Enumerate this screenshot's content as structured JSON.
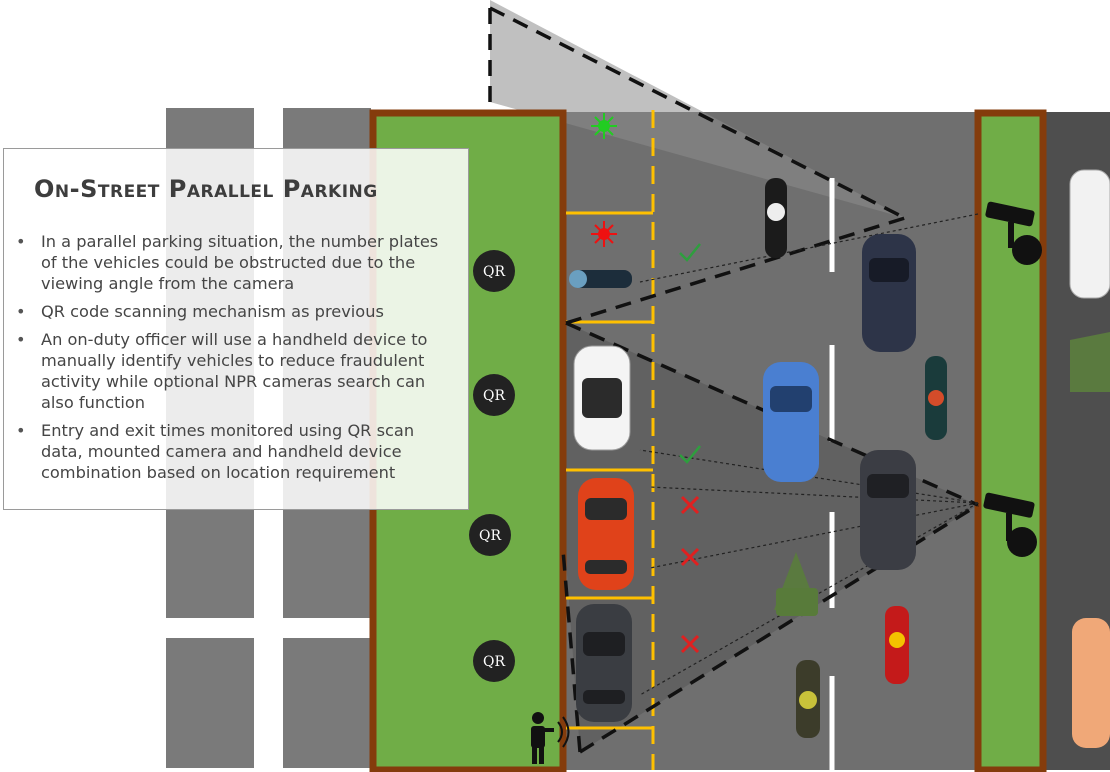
{
  "panel": {
    "title": "On-Street Parallel Parking",
    "bullets": [
      "In a parallel parking situation, the number plates of the vehicles could be obstructed due to the viewing angle from the camera",
      "QR code scanning mechanism as previous",
      "An on-duty officer will use a handheld device to manually identify vehicles to reduce fraudulent activity while optional NPR cameras search can also function",
      "Entry and exit times monitored using QR scan data, mounted camera and handheld device combination based on location requirement"
    ]
  },
  "qr_codes": [
    "QR",
    "QR",
    "QR",
    "QR"
  ],
  "colors": {
    "road": "#6f6f6f",
    "road_dark": "#4a4a4a",
    "median": "#70ad47",
    "median_border": "#843c0c",
    "parking_line": "#ffc000",
    "lane_marking": "#ffffff",
    "status_ok": "#2e9e3e",
    "status_fail": "#e02020",
    "indicator_green": "#22cc22",
    "indicator_red": "#ee1111"
  },
  "icons": {
    "check": "check-mark-icon",
    "cross": "cross-mark-icon",
    "camera": "cctv-camera-icon",
    "officer": "officer-handheld-device-icon",
    "green_light": "green-indicator-light-icon",
    "red_light": "red-indicator-light-icon"
  }
}
